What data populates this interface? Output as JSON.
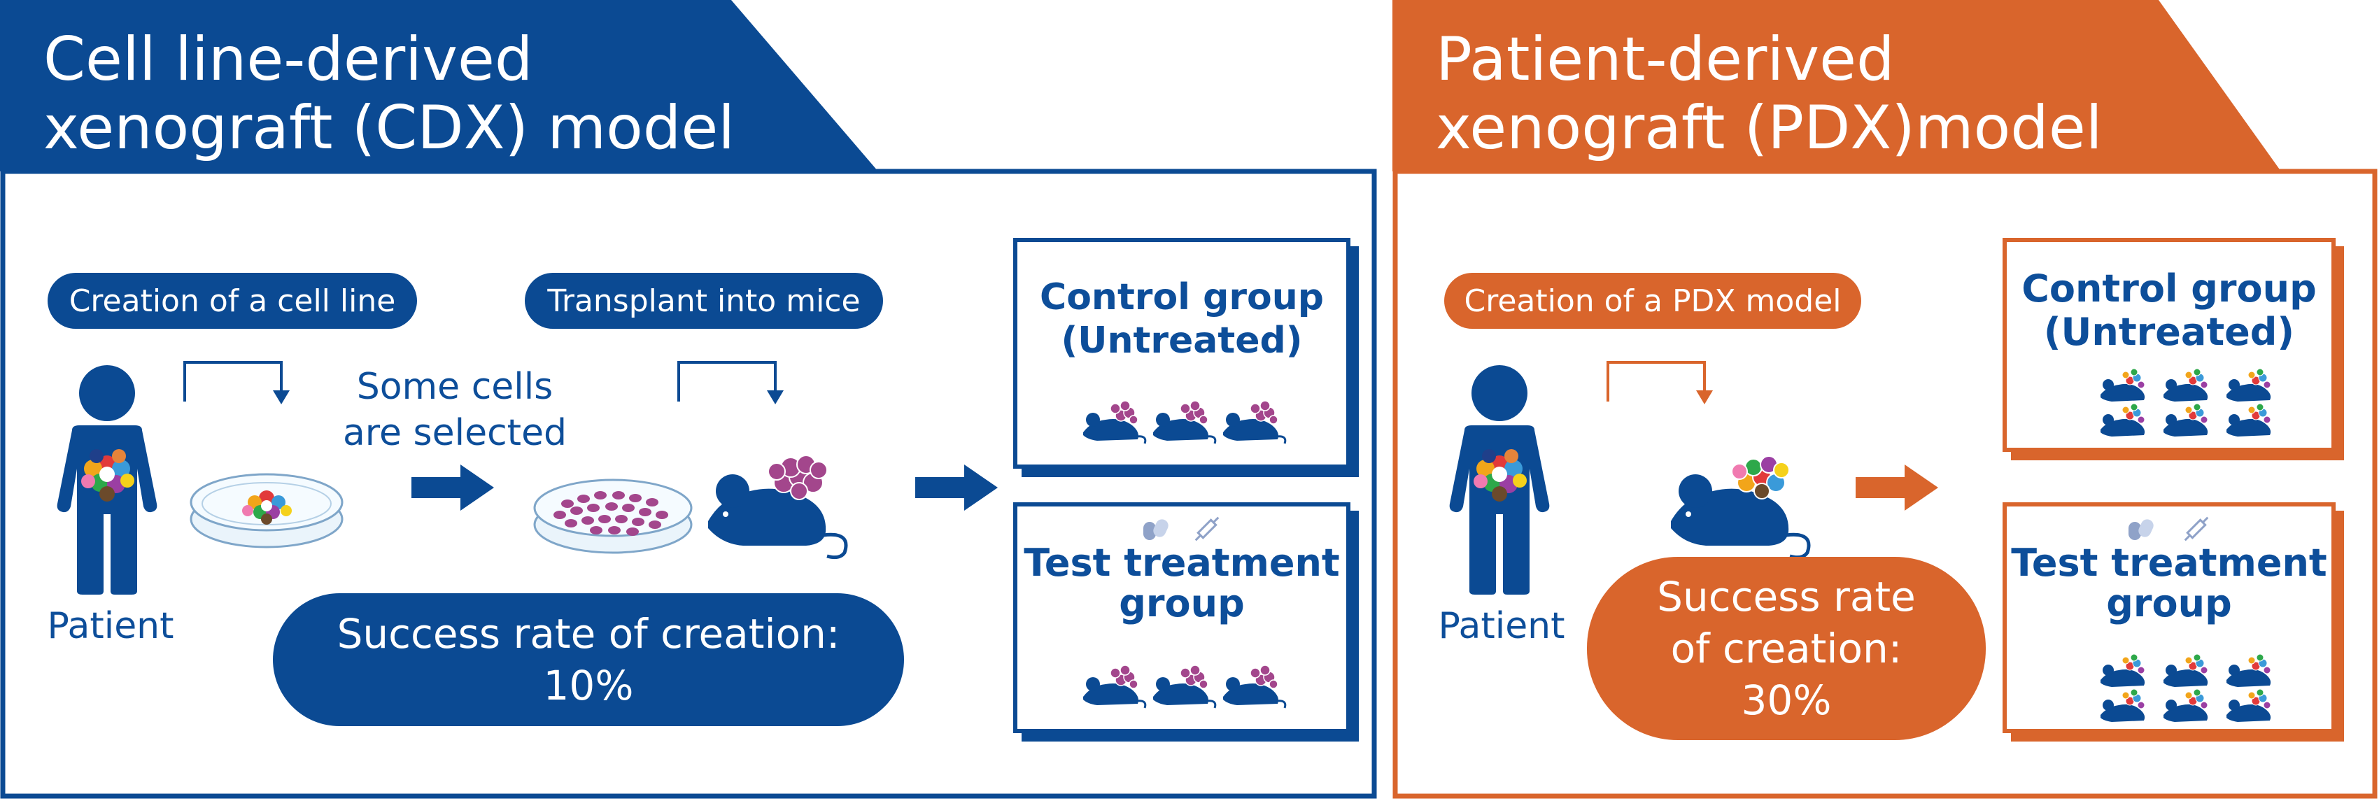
{
  "colors": {
    "cdx_blue": "#0b4a93",
    "cdx_text_blue": "#0d4e9a",
    "pdx_orange": "#d9652c",
    "cell_purple": "#a3468c",
    "icon_gray": "#8fa2c8"
  },
  "cdx": {
    "title_line1": "Cell line-derived",
    "title_line2": "xenograft (CDX) model",
    "step1_label": "Creation of a cell line",
    "step2_label": "Transplant into mice",
    "patient_label": "Patient",
    "selection_line1": "Some cells",
    "selection_line2": "are selected",
    "success_line1": "Success rate of creation:",
    "success_line2": "10%",
    "control_line1": "Control group",
    "control_line2": "(Untreated)",
    "test_line1": "Test treatment",
    "test_line2": "group"
  },
  "pdx": {
    "title_line1": "Patient-derived",
    "title_line2": "xenograft (PDX)model",
    "step1_label": "Creation of a PDX model",
    "patient_label": "Patient",
    "success_line1": "Success rate",
    "success_line2": "of creation:",
    "success_line3": "30%",
    "control_line1": "Control group",
    "control_line2": "(Untreated)",
    "test_line1": "Test treatment",
    "test_line2": "group"
  },
  "icons": [
    "patient-icon",
    "petri-dish-icon",
    "mouse-icon",
    "arrow-icon",
    "pill-icon",
    "syringe-icon",
    "bent-arrow-icon"
  ]
}
